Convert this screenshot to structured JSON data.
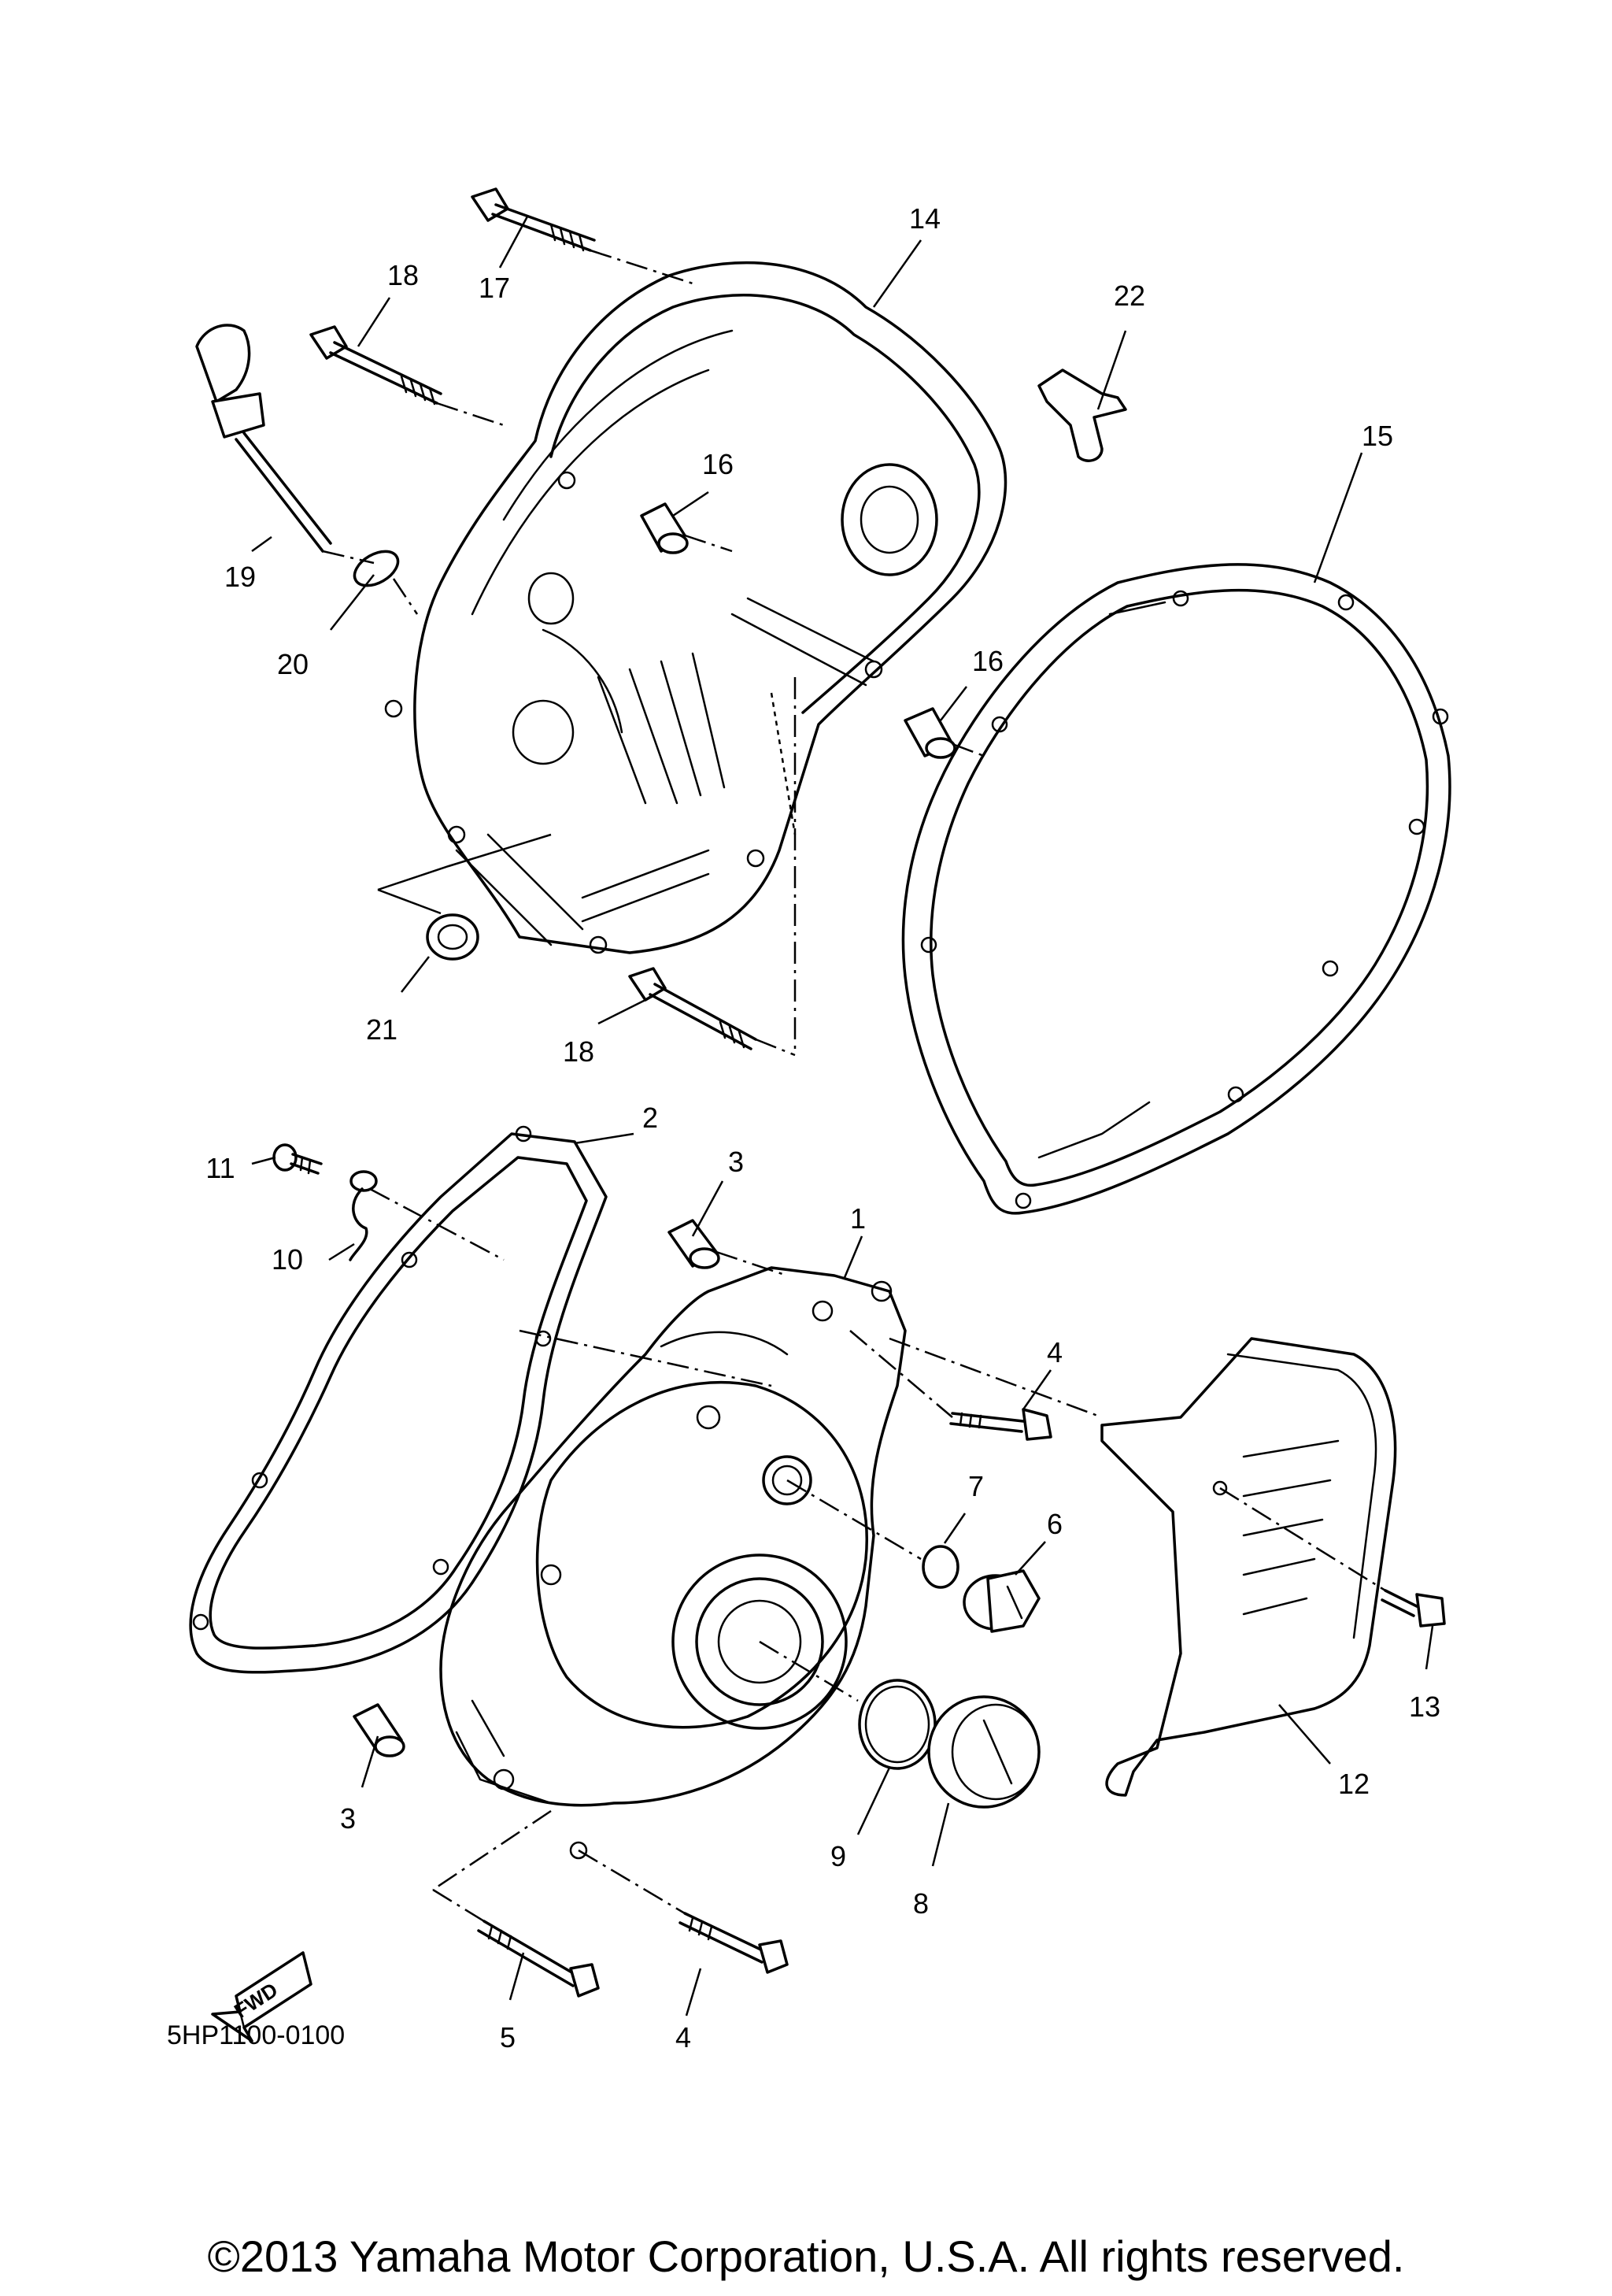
{
  "diagram": {
    "callouts": [
      {
        "id": "p1",
        "label": "1"
      },
      {
        "id": "p2",
        "label": "2"
      },
      {
        "id": "p3a",
        "label": "3"
      },
      {
        "id": "p3b",
        "label": "3"
      },
      {
        "id": "p4a",
        "label": "4"
      },
      {
        "id": "p4b",
        "label": "4"
      },
      {
        "id": "p5",
        "label": "5"
      },
      {
        "id": "p6",
        "label": "6"
      },
      {
        "id": "p7",
        "label": "7"
      },
      {
        "id": "p8",
        "label": "8"
      },
      {
        "id": "p9",
        "label": "9"
      },
      {
        "id": "p10",
        "label": "10"
      },
      {
        "id": "p11",
        "label": "11"
      },
      {
        "id": "p12",
        "label": "12"
      },
      {
        "id": "p13",
        "label": "13"
      },
      {
        "id": "p14",
        "label": "14"
      },
      {
        "id": "p15",
        "label": "15"
      },
      {
        "id": "p16a",
        "label": "16"
      },
      {
        "id": "p16b",
        "label": "16"
      },
      {
        "id": "p17",
        "label": "17"
      },
      {
        "id": "p18a",
        "label": "18"
      },
      {
        "id": "p18b",
        "label": "18"
      },
      {
        "id": "p19",
        "label": "19"
      },
      {
        "id": "p20",
        "label": "20"
      },
      {
        "id": "p21",
        "label": "21"
      },
      {
        "id": "p22",
        "label": "22"
      }
    ],
    "fwd_label": "FWD",
    "diagram_code": "5HP1100-0100"
  },
  "footer": {
    "copyright": "©2013 Yamaha Motor Corporation, U.S.A. All rights reserved."
  },
  "colors": {
    "line": "#000000",
    "background": "#ffffff"
  }
}
